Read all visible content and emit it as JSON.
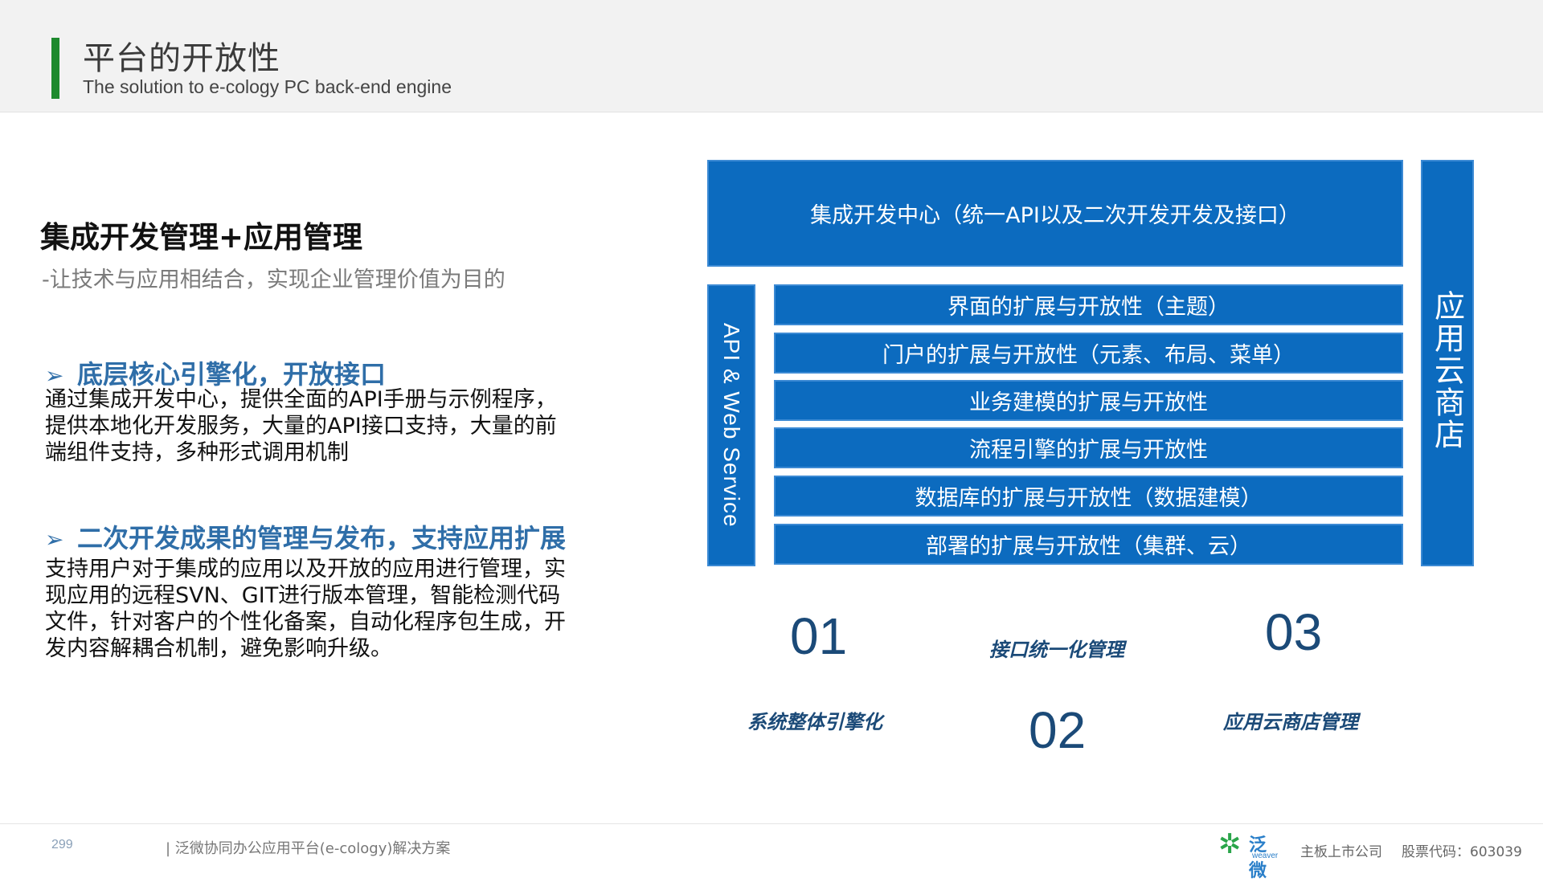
{
  "header": {
    "title": "平台的开放性",
    "subtitle": "The solution to e-cology PC back-end engine",
    "accent_color": "#1e8a2e"
  },
  "left": {
    "heading": "集成开发管理+应用管理",
    "subheading": "-让技术与应用相结合，实现企业管理价值为目的",
    "bullets": [
      {
        "arrow": "➢",
        "title": "底层核心引擎化，开放接口",
        "lines": [
          "通过集成开发中心，提供全面的API手册与示例程序，",
          "提供本地化开发服务，大量的API接口支持，大量的前",
          "端组件支持，多种形式调用机制"
        ]
      },
      {
        "arrow": "➢",
        "title": "二次开发成果的管理与发布，支持应用扩展",
        "lines": [
          "支持用户对于集成的应用以及开放的应用进行管理，实",
          "现应用的远程SVN、GIT进行版本管理，智能检测代码",
          "文件，针对客户的个性化备案，自动化程序包生成，开",
          "发内容解耦合机制，避免影响升级。"
        ]
      }
    ]
  },
  "diagram": {
    "top": "集成开发中心（统一API以及二次开发开发及接口）",
    "left_column": "API & Web Service",
    "right_column": "应用云商店",
    "rows": [
      "界面的扩展与开放性（主题）",
      "门户的扩展与开放性（元素、布局、菜单）",
      "业务建模的扩展与开放性",
      "流程引擎的扩展与开放性",
      "数据库的扩展与开放性（数据建模）",
      "部署的扩展与开放性（集群、云）"
    ],
    "box_color": "#0c6bbf"
  },
  "steps": {
    "n1": "01",
    "n2": "02",
    "n3": "03",
    "l1": "系统整体引擎化",
    "l2": "接口统一化管理",
    "l3": "应用云商店管理"
  },
  "footer": {
    "page": "299",
    "text": "| 泛微协同办公应用平台(e-cology)解决方案",
    "logo_cn": "泛微",
    "logo_en": "weaver",
    "listed": "主板上市公司",
    "stock": "股票代码：603039"
  }
}
